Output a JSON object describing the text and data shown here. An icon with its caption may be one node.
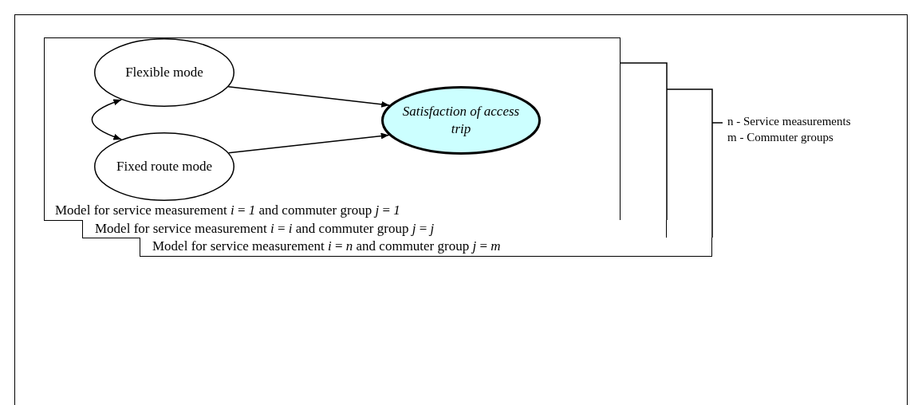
{
  "diagram": {
    "nodes": [
      {
        "text": [
          "Model for service measurement *i* = *1* and commuter group *j* = *1*"
        ]
      },
      {
        "text": [
          "Flexible mode"
        ],
        "in": 0
      },
      {
        "text": [
          "Fixed route mode"
        ],
        "in": 0
      },
      {
        "text": [
          "Satisfaction of access trip"
        ],
        "in": 0
      },
      {
        "text": [
          "Model for service measurement *i* = *i* and commuter group *j* = *j*"
        ]
      },
      {
        "text": [
          "Model for service measurement *i* = *n* and commuter group *j* = *m*"
        ]
      }
    ],
    "edges": [
      {
        "from": 1,
        "to": 3,
        "arrow": "to"
      },
      {
        "from": 2,
        "to": 3,
        "arrow": "to"
      },
      {
        "from": 1,
        "to": 2,
        "arrow": "both"
      }
    ],
    "labels": [
      "n - Service measurements",
      "m - Commuter groups"
    ]
  }
}
